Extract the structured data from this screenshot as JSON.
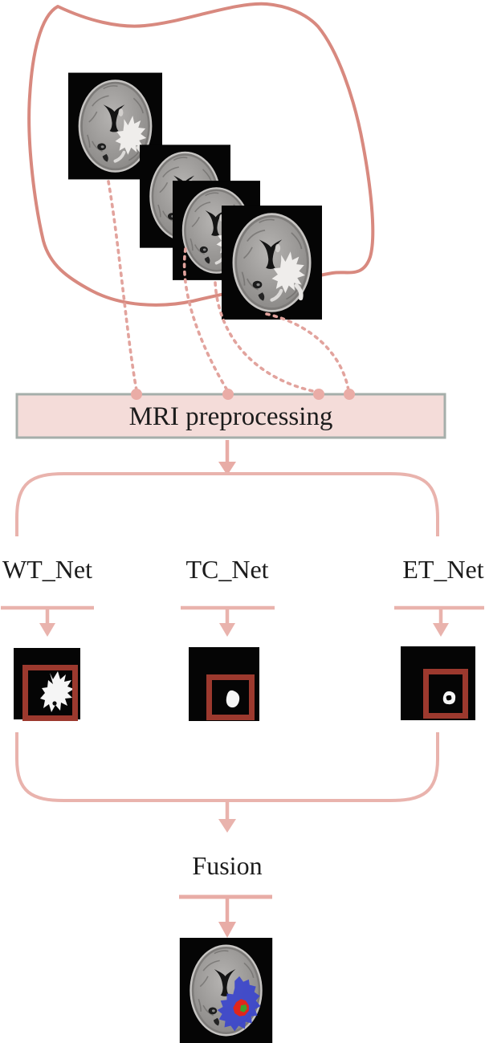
{
  "figure": {
    "title_semantic": "multi-network brain tumor segmentation pipeline",
    "input": {
      "icon": "mri-slice-stack",
      "slice_count": 4
    },
    "preprocessing": {
      "label": "MRI preprocessing"
    },
    "networks": [
      {
        "label": "WT_Net",
        "mask": "large-jagged-white-region"
      },
      {
        "label": "TC_Net",
        "mask": "small-white-blob"
      },
      {
        "label": "ET_Net",
        "mask": "small-white-ring"
      }
    ],
    "fusion": {
      "label": "Fusion"
    },
    "output": {
      "icon": "segmented-mri-image"
    },
    "colors": {
      "outline_salmon": "#d8897f",
      "connector_pink": "#e9b3ad",
      "arrow_pink": "#e8aca6",
      "dotted_pink": "#e2a39d",
      "dot_marker_pink": "#eaaca6",
      "box_fill": "#f4dcd9",
      "box_border": "#a5aeaa",
      "mask_box_red": "#9c392e",
      "mask_background_black": "#050505",
      "mask_shape_white": "#f5f5f5",
      "segment_blue": "#3b45cc",
      "segment_red": "#e1261c",
      "segment_green": "#3da32c",
      "text": "#1c1c1c"
    }
  }
}
